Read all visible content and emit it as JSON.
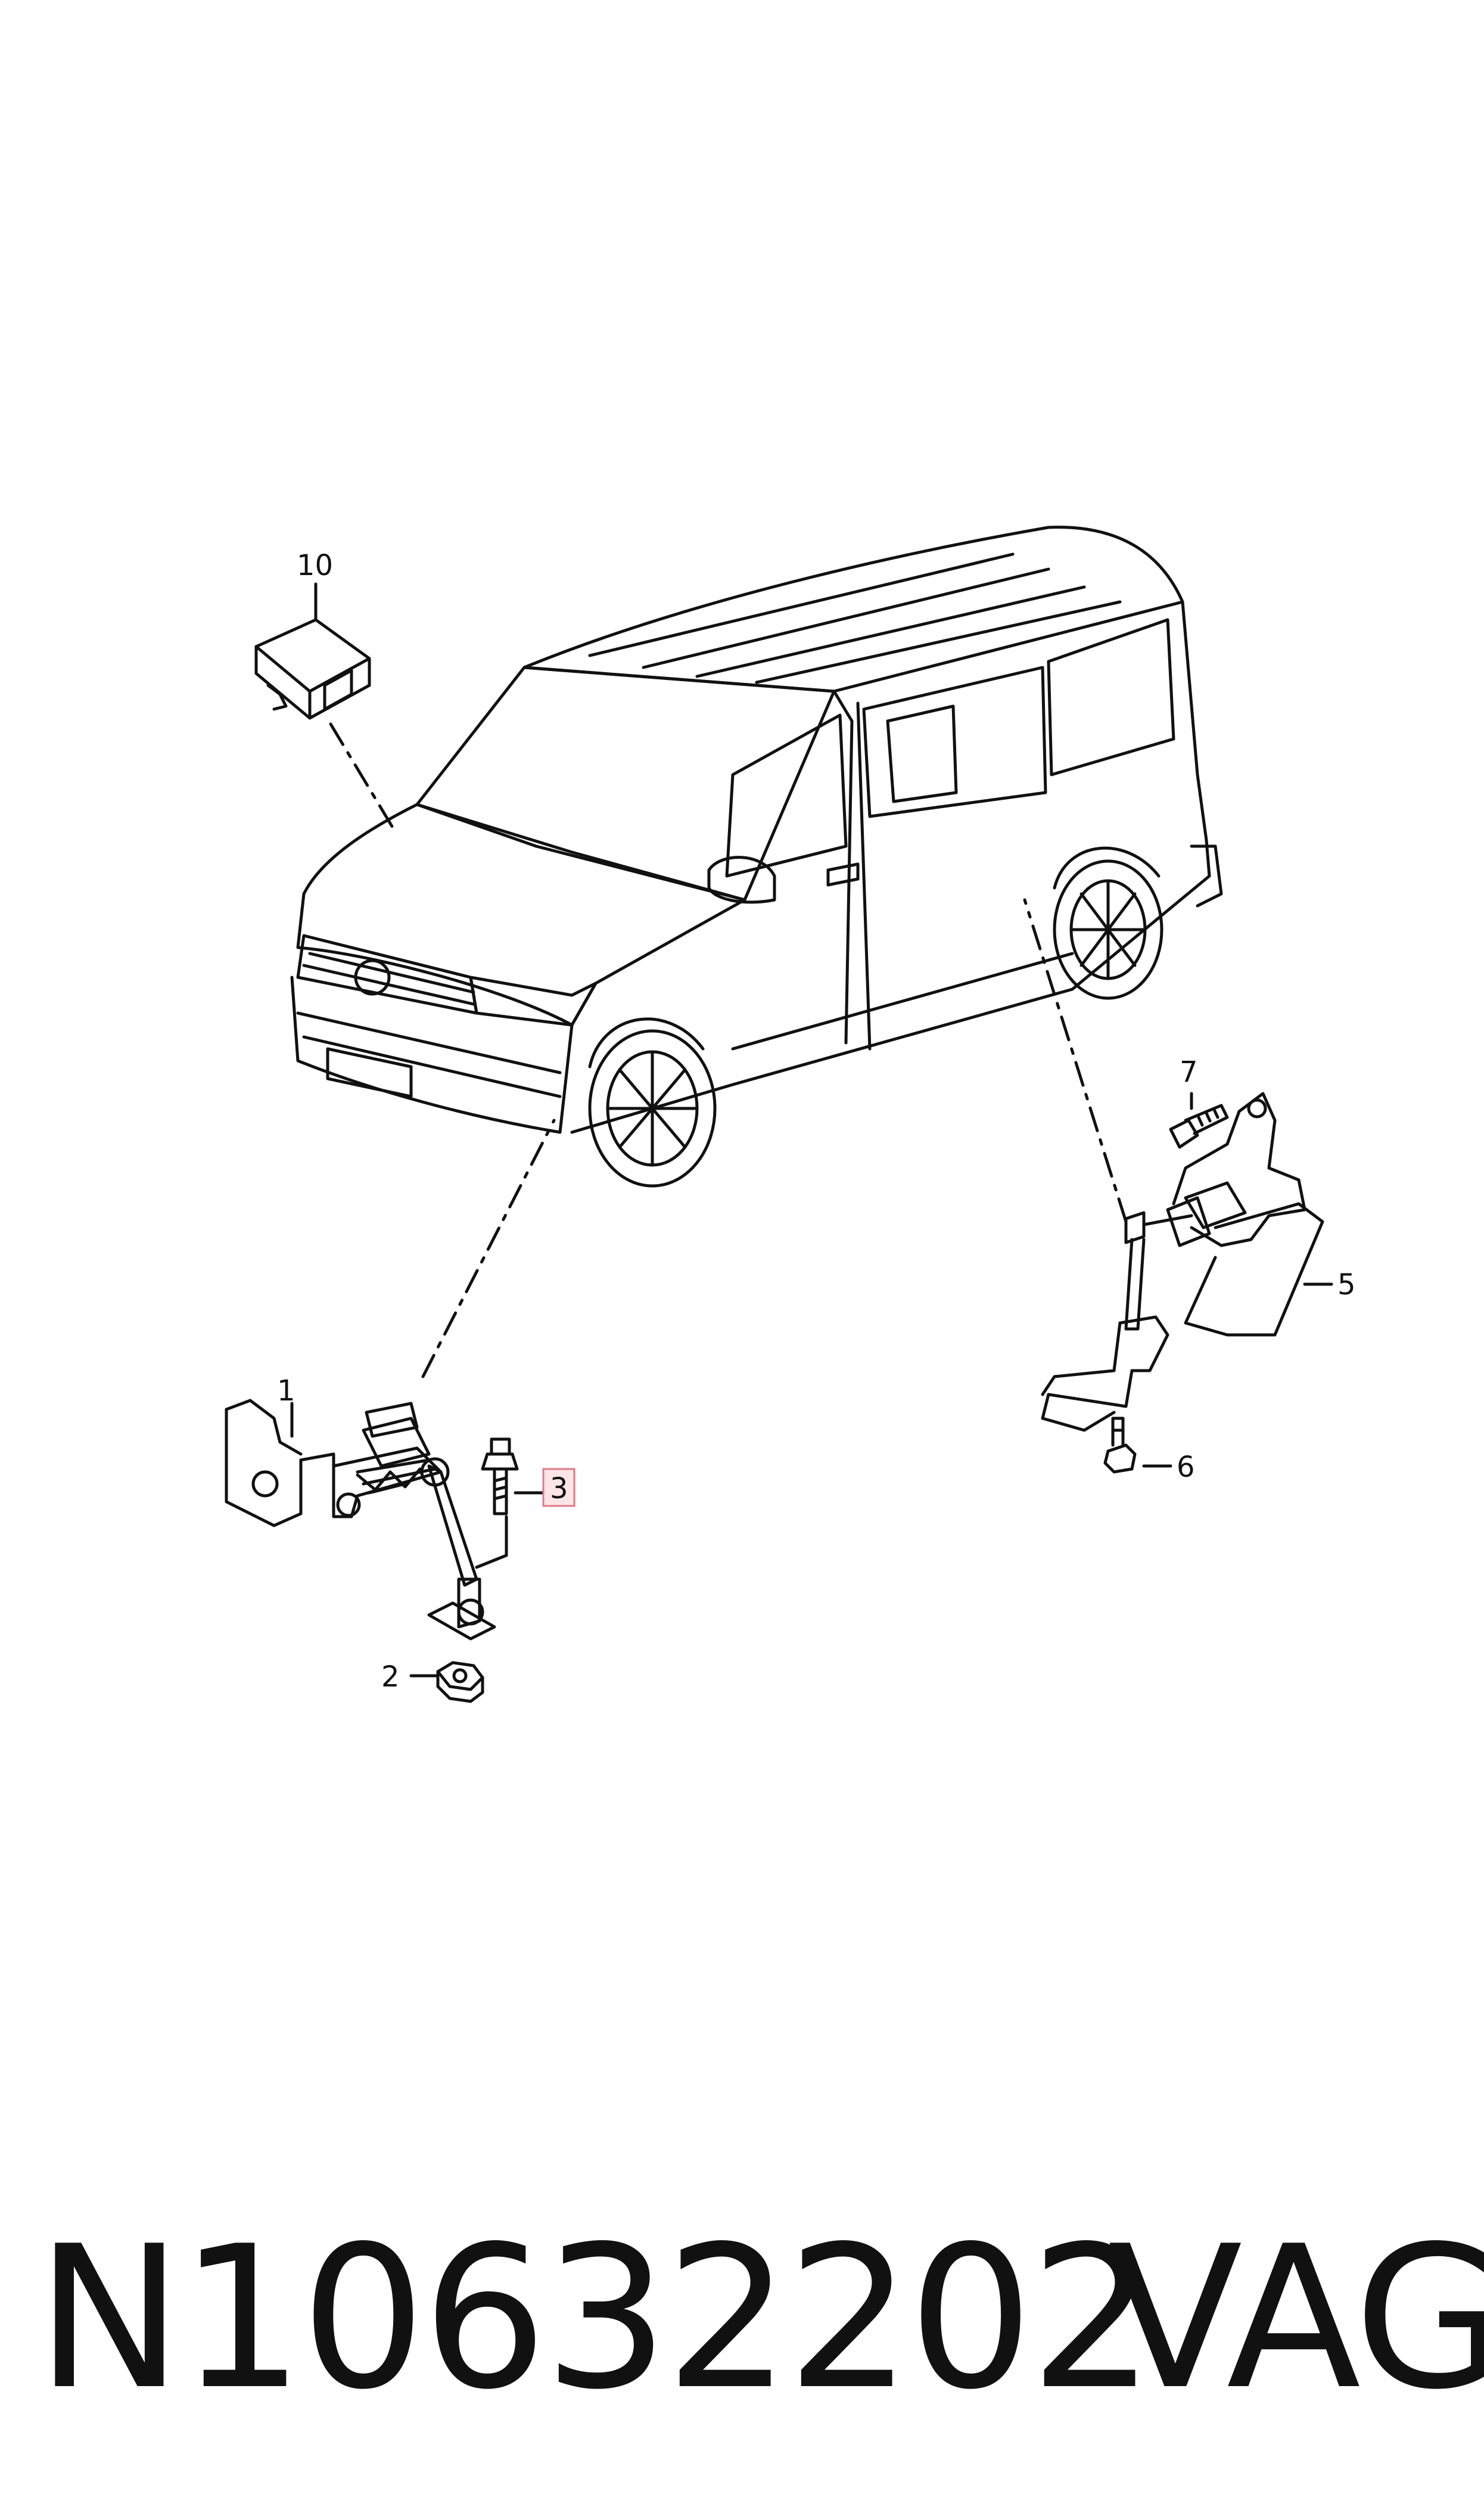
{
  "callouts": {
    "c1": "1",
    "c2": "2",
    "c3": "3",
    "c5": "5",
    "c6": "6",
    "c7": "7",
    "c10": "10"
  },
  "highlighted_callout": "3",
  "colors": {
    "line": "#111111",
    "highlight_fill": "#fde4e7",
    "highlight_stroke": "#e07a88"
  },
  "footer": {
    "part_number": "N10632202",
    "brand": "VAG"
  }
}
